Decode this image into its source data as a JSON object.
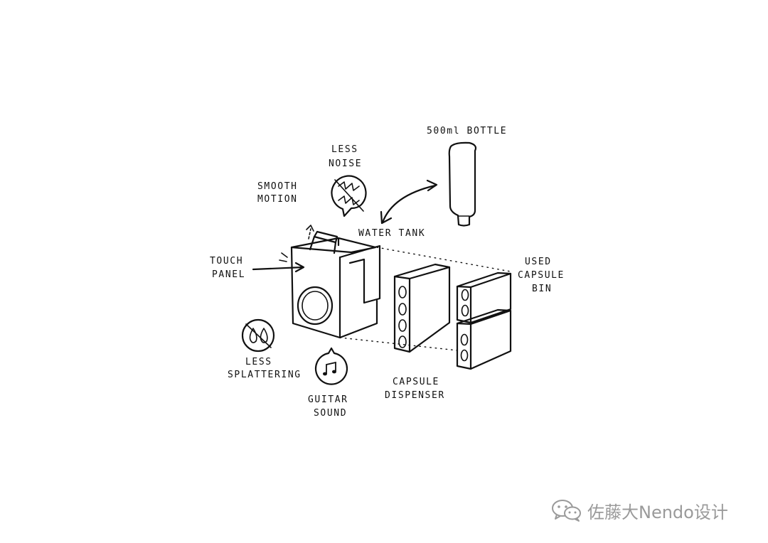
{
  "labels": {
    "bottle": "500ml BOTTLE",
    "less_noise_1": "LESS",
    "less_noise_2": "NOISE",
    "smooth_motion_1": "SMOOTH",
    "smooth_motion_2": "MOTION",
    "water_tank": "WATER TANK",
    "touch_panel_1": "TOUCH",
    "touch_panel_2": "PANEL",
    "used_capsule_bin_1": "USED",
    "used_capsule_bin_2": "CAPSULE",
    "used_capsule_bin_3": "BIN",
    "less_splattering_1": "LESS",
    "less_splattering_2": "SPLATTERING",
    "capsule_dispenser_1": "CAPSULE",
    "capsule_dispenser_2": "DISPENSER",
    "guitar_sound_1": "GUITAR",
    "guitar_sound_2": "SOUND"
  },
  "watermark": {
    "text": "佐藤大Nendo设计",
    "icon": "wechat-icon"
  },
  "colors": {
    "ink": "#111111",
    "watermark": "#9a9a9a",
    "background": "#ffffff"
  }
}
